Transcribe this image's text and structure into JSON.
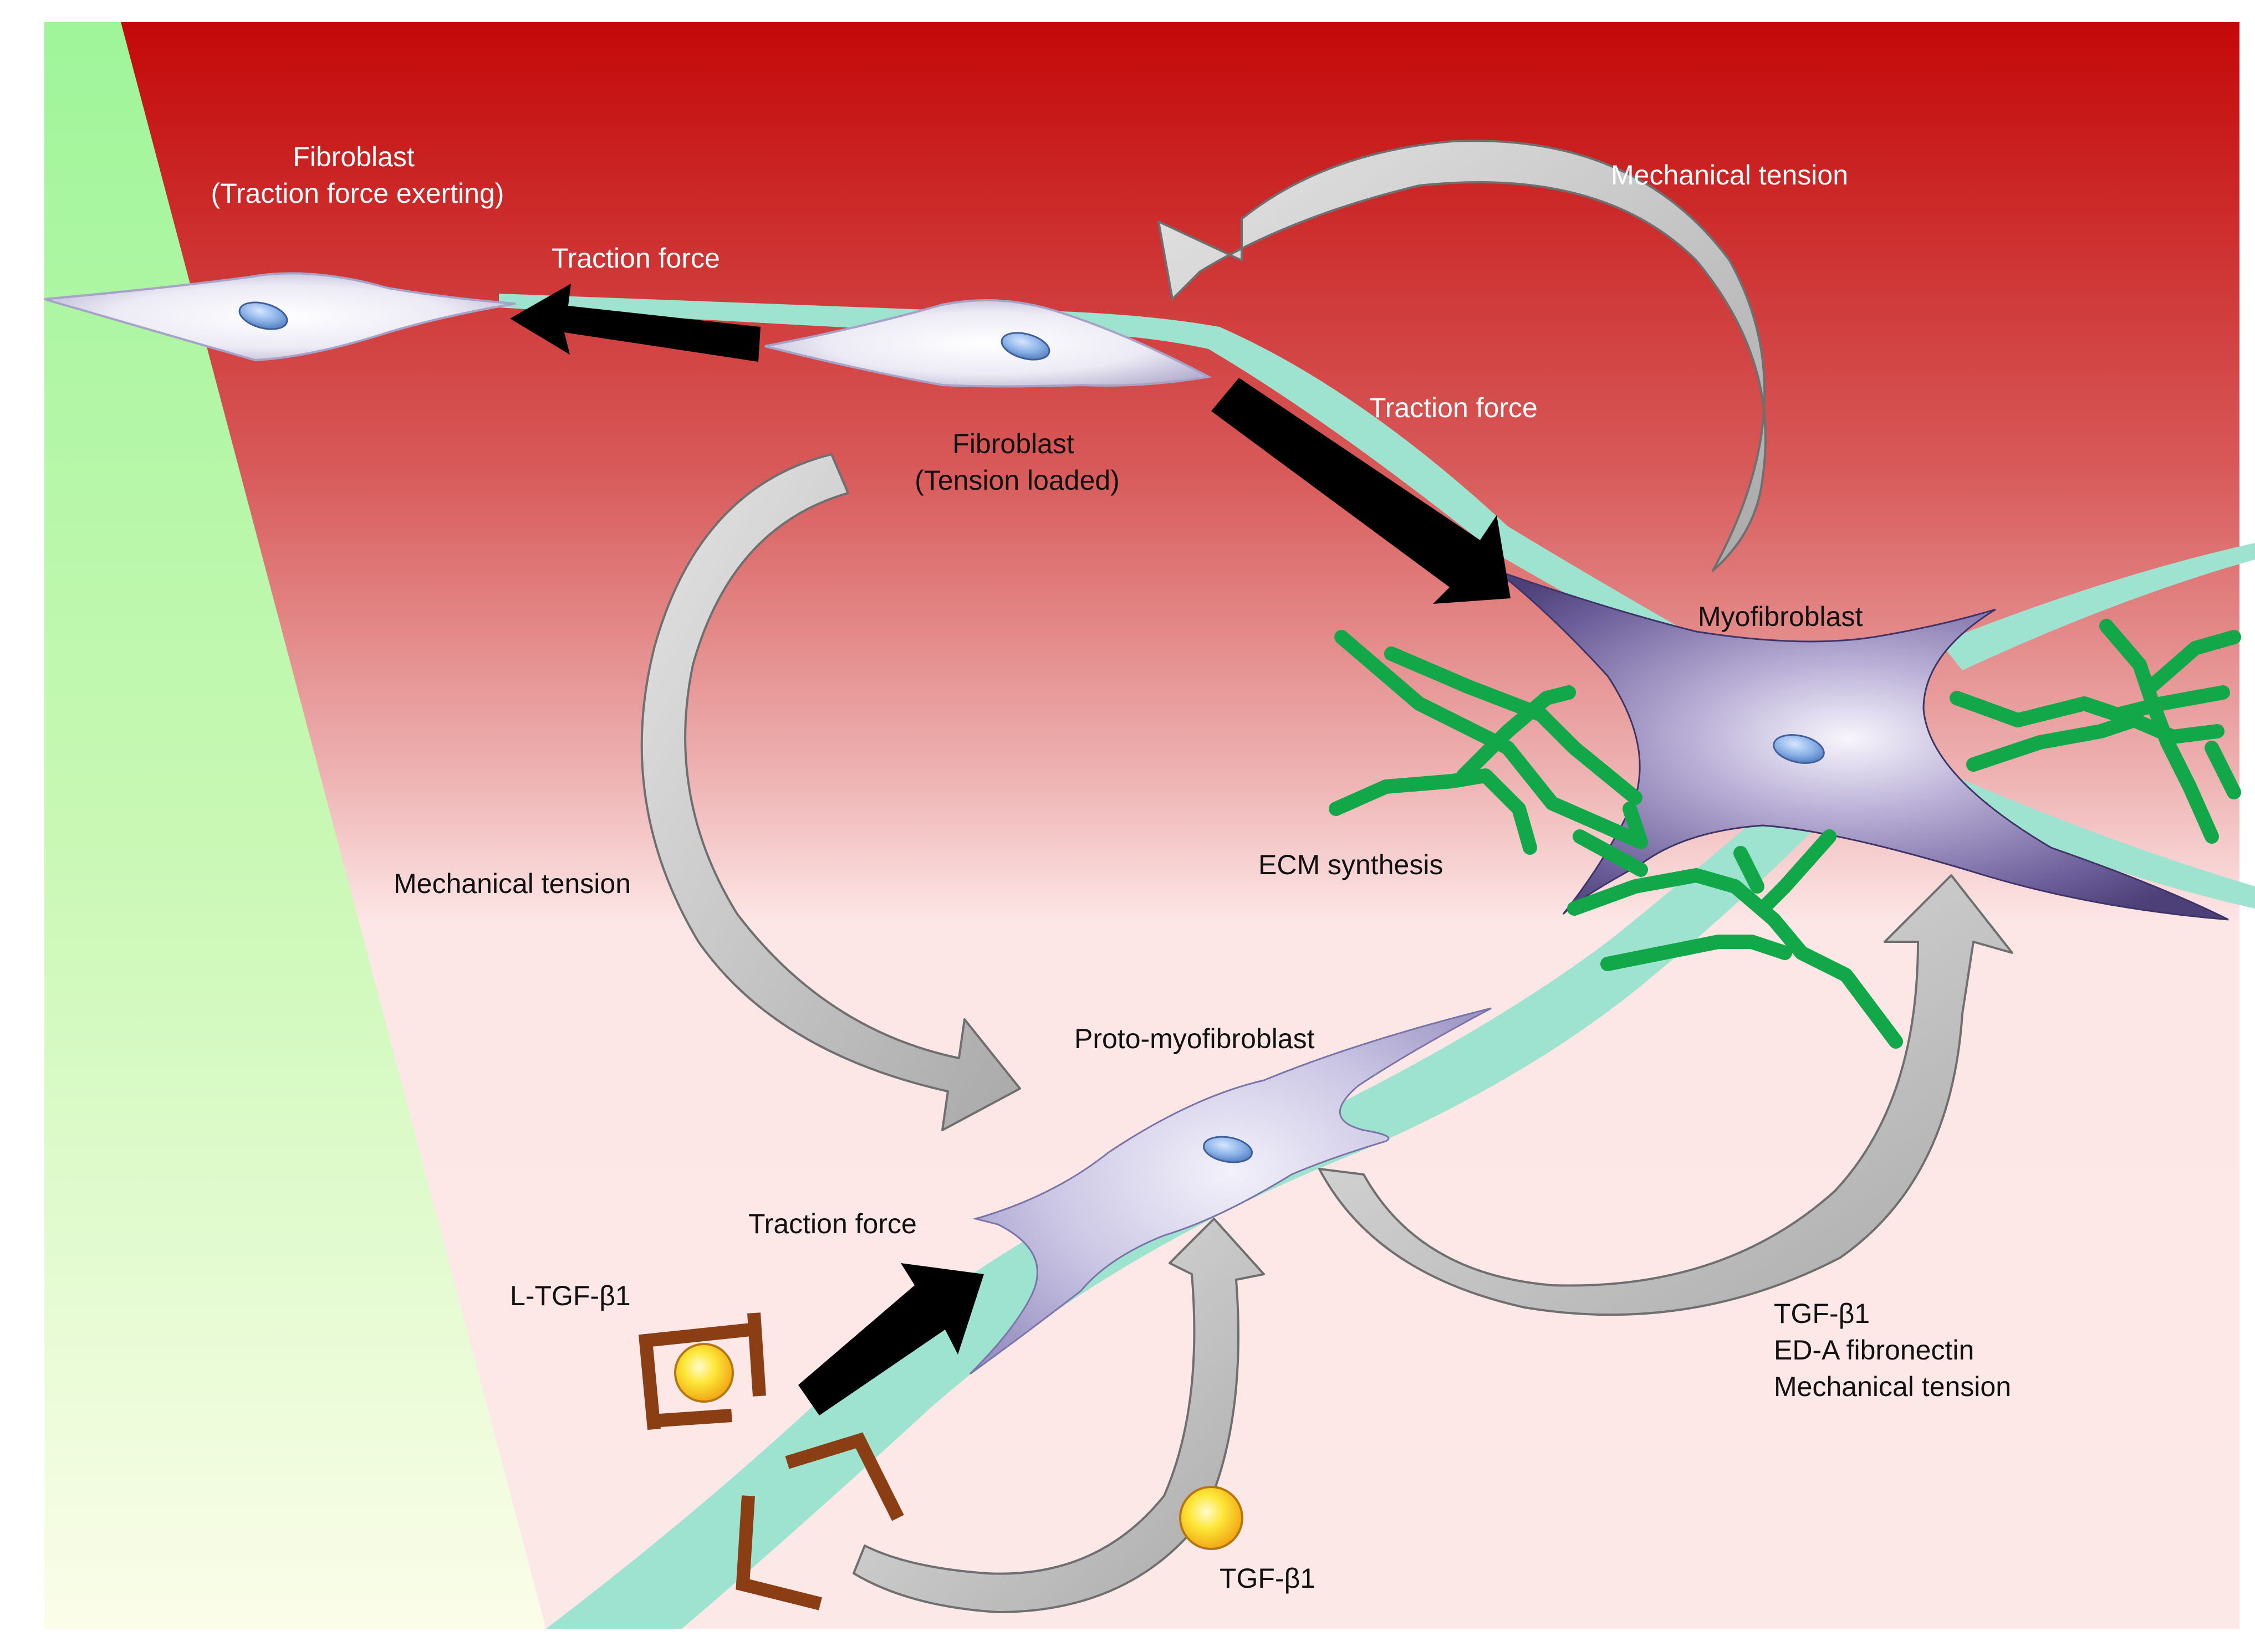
{
  "labels": {
    "fibroblast_exerting_line1": "Fibroblast",
    "fibroblast_exerting_line2": "(Traction force exerting)",
    "traction_force_top": "Traction force",
    "mechanical_tension_top": "Mechanical tension",
    "traction_force_middle": "Traction force",
    "fibroblast_loaded_line1": "Fibroblast",
    "fibroblast_loaded_line2": "(Tension loaded)",
    "myofibroblast": "Myofibroblast",
    "ecm_synthesis": "ECM synthesis",
    "mechanical_tension_left": "Mechanical tension",
    "proto_myofibroblast": "Proto-myofibroblast",
    "traction_force_bottom": "Traction force",
    "l_tgf_b1": "L-TGF-β1",
    "tgf_b1_free": "TGF-β1",
    "factors_line1": "TGF-β1",
    "factors_line2": "ED-A fibronectin",
    "factors_line3": "Mechanical tension"
  },
  "colors": {
    "background_top": "#c40808",
    "background_mid": "#e59494",
    "background_bottom": "#fde6e6",
    "green_panel_top": "#9ff59a",
    "green_panel_bottom": "#fafde8",
    "matrix_strand": "#9ee3cf",
    "ecm_fibers": "#12a84a",
    "traction_arrow": "#000000",
    "cycle_arrow": "#c8c8c8",
    "nucleus": "#7fa6e0",
    "fibroblast_cell": "#ebe9f5",
    "proto_cell": "#c4c0e0",
    "myofibroblast_cell": "#6b5d94",
    "latent_complex": "#8b3d14",
    "tgf_ball": "#fde83a"
  }
}
